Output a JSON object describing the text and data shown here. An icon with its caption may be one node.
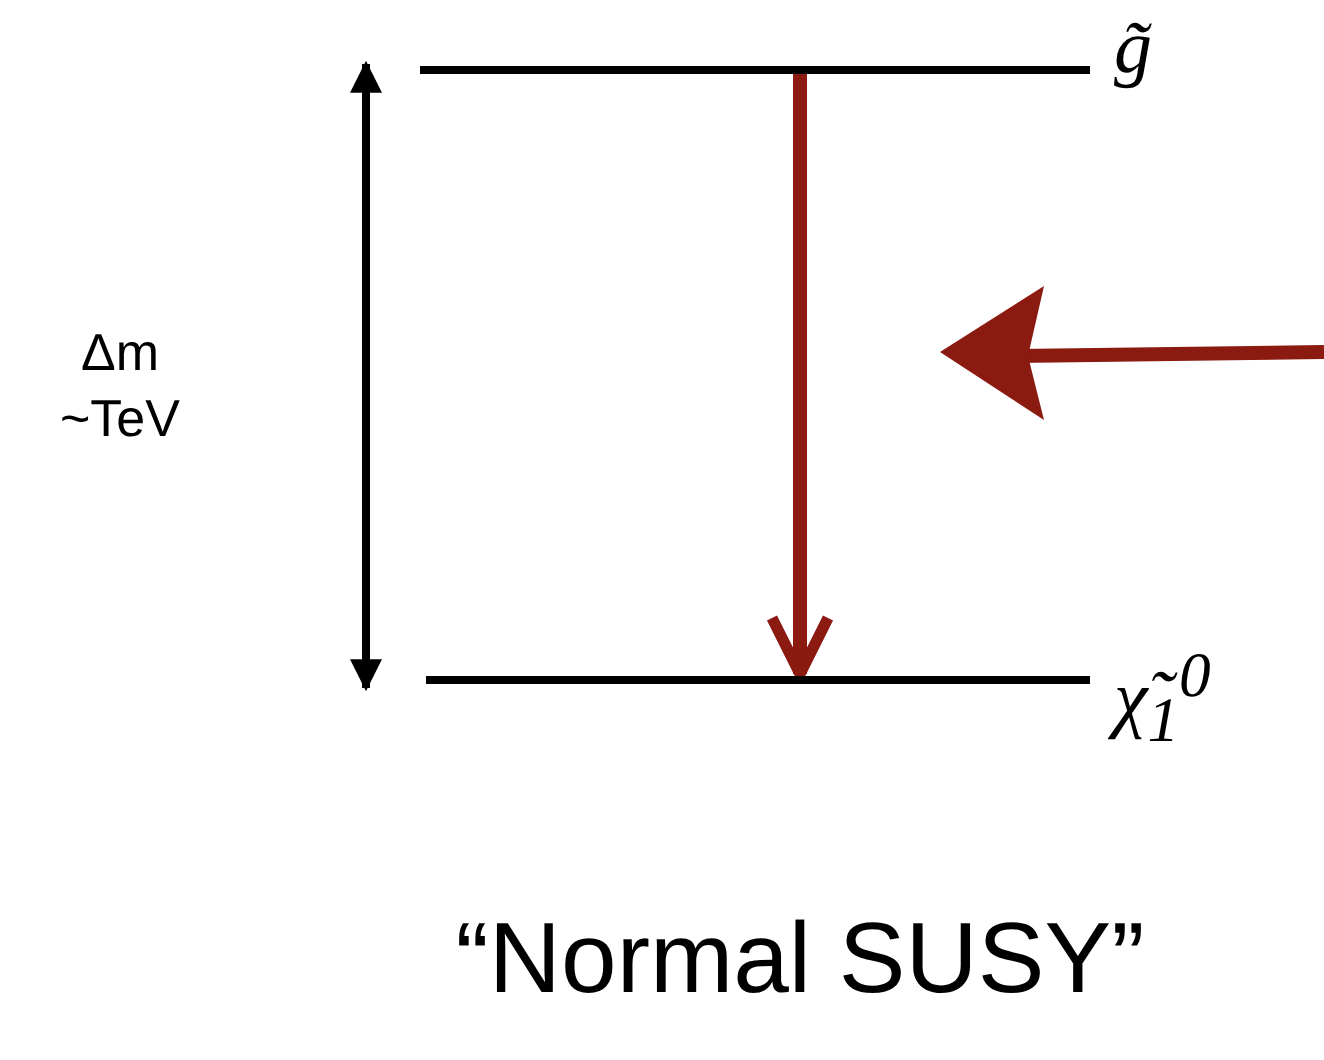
{
  "diagram": {
    "caption": "“Normal SUSY”",
    "nodes": [
      {
        "text": [],
        "shape": "bar",
        "beside": [
          "g̃"
        ]
      },
      {
        "text": [],
        "shape": "bar",
        "beside": [
          "χ̃$_{1}$$^{0}$"
        ]
      }
    ],
    "edges": [
      {
        "from": 0,
        "to": 1,
        "arrow": "to",
        "color": "#8b1a10"
      }
    ],
    "labels": [
      "Δm ~TeV"
    ]
  }
}
